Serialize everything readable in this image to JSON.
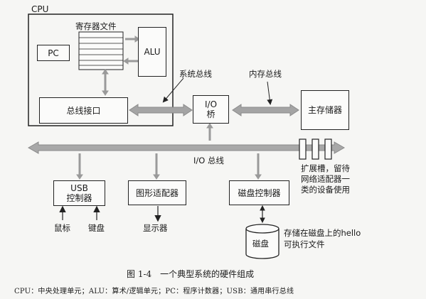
{
  "cpu": {
    "label": "CPU",
    "register_file": "寄存器文件",
    "pc": "PC",
    "alu": "ALU",
    "bus_interface": "总线接口"
  },
  "buses": {
    "system_bus": "系统总线",
    "memory_bus": "内存总线",
    "io_bus": "I/O 总线"
  },
  "io_bridge": {
    "line1": "I/O",
    "line2": "桥"
  },
  "main_memory": "主存储器",
  "expansion_note": {
    "line1": "扩展槽，留待",
    "line2": "网络适配器一",
    "line3": "类的设备使用"
  },
  "usb_controller": {
    "line1": "USB",
    "line2": "控制器"
  },
  "graphics_adapter": "图形适配器",
  "disk_controller": "磁盘控制器",
  "mouse": "鼠标",
  "keyboard": "键盘",
  "display": "显示器",
  "disk": "磁盘",
  "disk_note": {
    "line1": "存储在磁盘上的hello",
    "line2": "可执行文件"
  },
  "figure_caption": "图 1-4　一个典型系统的硬件组成",
  "legend_note": "CPU：中央处理单元；ALU：算术/逻辑单元；PC：程序计数器；USB：通用串行总线"
}
